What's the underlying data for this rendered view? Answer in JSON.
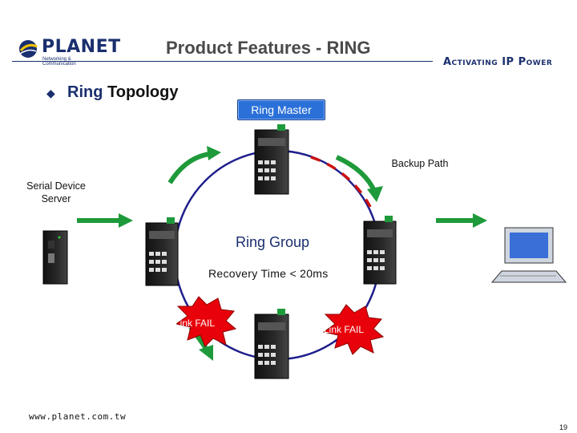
{
  "header": {
    "logo_name": "PLANET",
    "logo_tagline": "Networking & Communication",
    "title": "Product Features - RING",
    "tagline": "Activating IP Power"
  },
  "bullet": {
    "accent_word": "Ring",
    "rest": " Topology"
  },
  "diagram": {
    "ring_master": "Ring Master",
    "backup_path": "Backup Path",
    "serial_device_line1": "Serial Device",
    "serial_device_line2": "Server",
    "ring_group": "Ring Group",
    "recovery_time": "Recovery Time < 20ms",
    "link_fail_left": "Link FAIL",
    "link_fail_right": "Link FAIL"
  },
  "footer": {
    "url": "www.planet.com.tw",
    "page": "19"
  },
  "colors": {
    "brand_blue": "#1a2f6e",
    "ring_navy": "#1e1e8c",
    "backup_red": "#cc1111",
    "arrow_green": "#1e9a3a",
    "fail_red": "#e8000a"
  }
}
